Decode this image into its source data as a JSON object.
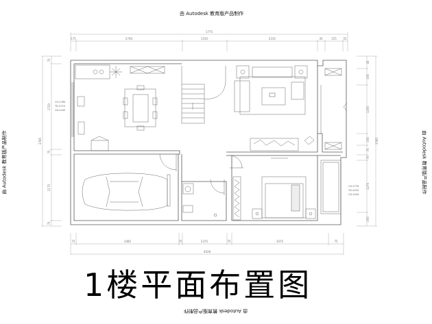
{
  "watermark": {
    "text": "由 Autodesk 教育版产品制作"
  },
  "title": "1楼平面布置图",
  "dimensions": {
    "top_total": "1775",
    "top_segments": [
      "175",
      "2740",
      "1310",
      "2335",
      "45",
      "155",
      "55"
    ],
    "bottom_total": "4028",
    "bottom_segments": [
      "75",
      "3485",
      "75",
      "2375",
      "75",
      "3075",
      "75"
    ],
    "left_total": "3785",
    "left_segments": [
      "75",
      "1720",
      "75",
      "2175",
      "75"
    ],
    "right_total": "3785",
    "right_segments": [
      "45",
      "155",
      "1255",
      "155",
      "75",
      "75",
      "1275",
      "255"
    ]
  },
  "notes": {
    "left": [
      "CH-2780",
      "TD-4725",
      "CD-4440"
    ],
    "right": [
      "CH-2778",
      "TD-4530",
      "CD-4440"
    ]
  }
}
